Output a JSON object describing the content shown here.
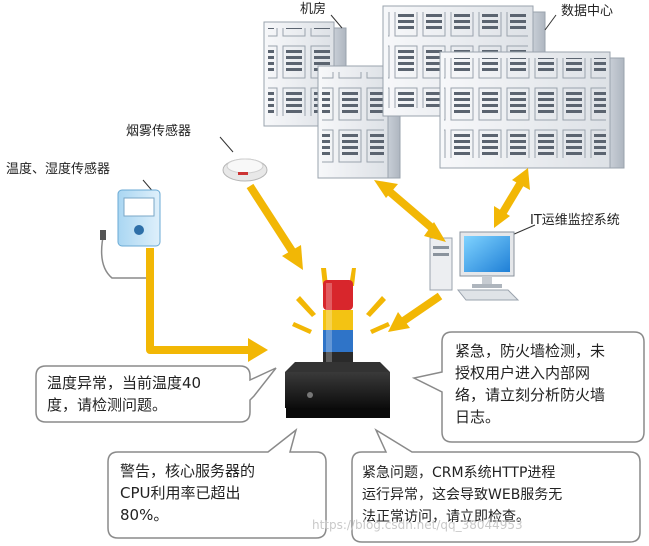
{
  "labels": {
    "machine_room": "机房",
    "data_center": "数据中心",
    "smoke_sensor": "烟雾传感器",
    "temp_humidity_sensor": "温度、湿度传感器",
    "it_monitor_system": "IT运维监控系统"
  },
  "bubbles": {
    "temperature": "温度异常，当前温度40\n度，请检测问题。",
    "firewall": "紧急，防火墙检测，未\n授权用户进入内部网\n络，请立刻分析防火墙\n日志。",
    "cpu": "警告，核心服务器的\nCPU利用率已超出\n80%。",
    "crm": "紧急问题，CRM系统HTTP进程\n运行异常，这会导致WEB服务无\n法正常访问，请立即检查。"
  },
  "watermark": "https://blog.csdn.net/qq_38044953",
  "colors": {
    "arrow": "#F2B705",
    "server_body": "#eef0f3",
    "server_edge": "#9aa3ad",
    "light_red": "#d8262c",
    "light_yellow": "#f3c313",
    "light_blue": "#2f74c8",
    "base_black": "#151515",
    "bubble_border": "#8a8a8a"
  }
}
